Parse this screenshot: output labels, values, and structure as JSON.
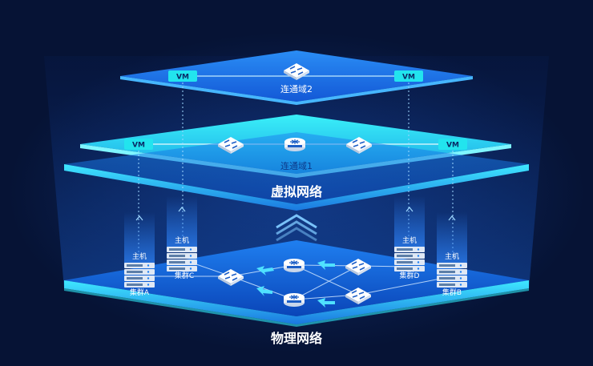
{
  "diagram": {
    "virtual_network_title": "虚拟网络",
    "physical_network_title": "物理网络",
    "domain_labels": {
      "domain1": "连通域1",
      "domain2": "连通域2"
    },
    "vm_label": "VM",
    "router_label": "ROUTER",
    "host_label": "主机",
    "clusters": {
      "a": "集群A",
      "b": "集群B",
      "c": "集群C",
      "d": "集群D"
    }
  },
  "colors": {
    "background": "#061335",
    "plane_cyan": "#2ee6f5",
    "plane_blue": "#1f86f0",
    "vm_badge": "#22e4ee",
    "vm_text": "#0a2a66",
    "label_white": "#ffffff"
  },
  "icons": [
    "router-icon",
    "switch-icon",
    "server-rack-icon",
    "arrow-up-icon",
    "bidirectional-arrow-icon"
  ]
}
